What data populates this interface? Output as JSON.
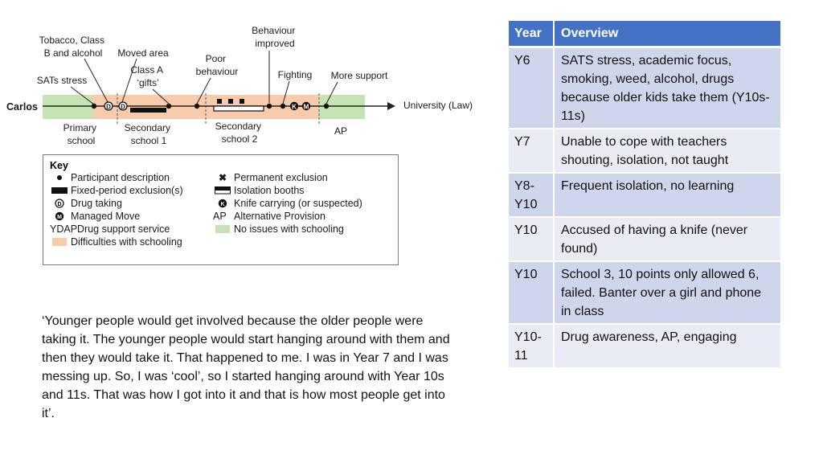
{
  "timeline": {
    "participant": "Carlos",
    "destination": "University (Law)",
    "events": {
      "tobacco": "Tobacco, Class B and alcohol",
      "moved_area": "Moved area",
      "behaviour_improved": "Behaviour improved",
      "sats_stress": "SATs stress",
      "class_a_gifts": "Class A ‘gifts’",
      "poor_behaviour": "Poor behaviour",
      "fighting": "Fighting",
      "more_support": "More support"
    },
    "phases": {
      "primary": "Primary school",
      "secondary1": "Secondary school 1",
      "secondary2": "Secondary school 2",
      "ap": "AP"
    },
    "colors": {
      "no_issues": "#c6e3b3",
      "difficulties": "#f8cbad"
    }
  },
  "key": {
    "title": "Key",
    "items": {
      "participant_description": "Participant description",
      "fixed_period": "Fixed-period exclusion(s)",
      "drug_taking": "Drug taking",
      "managed_move": "Managed Move",
      "ydap_abbr": "YDAP",
      "ydap_desc": "Drug support service",
      "difficulties": "Difficulties with schooling",
      "permanent_exclusion": "Permanent exclusion",
      "isolation_booths": "Isolation booths",
      "knife_carrying": "Knife carrying (or suspected)",
      "ap_abbr": "AP",
      "ap_desc": "Alternative Provision",
      "no_issues": "No issues with schooling"
    },
    "symbols": {
      "drug": "D",
      "managed_move": "M",
      "knife": "K",
      "permanent_exclusion": "✖"
    }
  },
  "quote": "‘Younger people would get involved because the older people were taking it. The younger people would start hanging around with them and then they would take it. That happened to me. I was in Year 7 and I was messing up. So, I was ‘cool’, so I started hanging around with Year 10s and 11s. That was how I got into it and that is how most people get into it’.",
  "table": {
    "headers": {
      "year": "Year",
      "overview": "Overview"
    },
    "rows": [
      {
        "year": "Y6",
        "overview": "SATS stress, academic focus, smoking, weed, alcohol, drugs because older kids take them (Y10s-11s)"
      },
      {
        "year": "Y7",
        "overview": "Unable to cope with teachers shouting, isolation, not taught"
      },
      {
        "year": "Y8-Y10",
        "overview": "Frequent isolation, no learning"
      },
      {
        "year": "Y10",
        "overview": "Accused of having a knife (never found)"
      },
      {
        "year": "Y10",
        "overview": "School 3, 10 points only allowed 6, failed. Banter over a girl and phone in class"
      },
      {
        "year": "Y10-11",
        "overview": "Drug awareness, AP, engaging"
      }
    ],
    "header_color": "#4472c4",
    "row_color_odd": "#cfd5ea",
    "row_color_even": "#e9ebf5"
  }
}
